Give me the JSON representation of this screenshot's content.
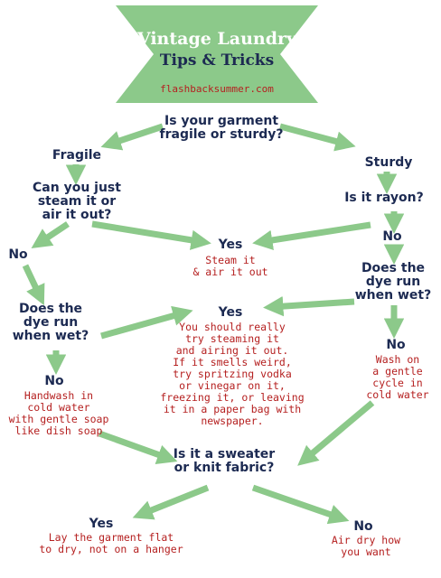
{
  "colors": {
    "arrow": "#8cc98a",
    "banner": "#8cc98a",
    "question": "#1c2a52",
    "answer": "#b52020"
  },
  "banner": {
    "title_line1": "Vintage Laundry",
    "title_line2": "Tips & Tricks",
    "site": "flashbacksummer.com"
  },
  "nodes": {
    "q_fragile_or_sturdy": "Is your garment\nfragile or sturdy?",
    "fragile": "Fragile",
    "sturdy": "Sturdy",
    "q_steam": "Can you just\nsteam it or\nair it out?",
    "q_rayon": "Is it rayon?",
    "no_steam": "No",
    "yes_steam": "Yes",
    "steam_tip": "Steam it\n& air it out",
    "no_rayon": "No",
    "q_dye_left": "Does the\ndye run\nwhen wet?",
    "q_dye_right": "Does the\ndye run\nwhen wet?",
    "yes_dye": "Yes",
    "dye_tip": "You should really\ntry steaming it\nand airing it out.\nIf it smells weird,\ntry spritzing vodka\nor vinegar on it,\nfreezing it, or leaving\nit in a paper bag with\nnewspaper.",
    "no_dye_left": "No",
    "handwash_tip": "Handwash in\ncold water\nwith gentle soap\nlike dish soap",
    "no_dye_right": "No",
    "wash_tip": "Wash on\na gentle\ncycle in\ncold water",
    "q_sweater": "Is it a sweater\nor knit fabric?",
    "yes_sweater": "Yes",
    "lay_flat_tip": "Lay the garment flat\nto dry, not on a hanger",
    "no_sweater": "No",
    "air_dry_tip": "Air dry how\nyou want"
  }
}
